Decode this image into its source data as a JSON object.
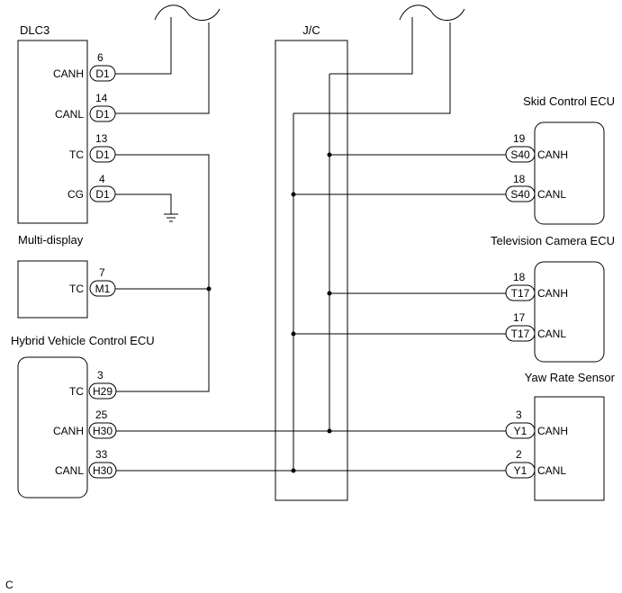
{
  "components": {
    "dlc3": "DLC3",
    "jc": "J/C",
    "multi_display": "Multi-display",
    "hybrid_ecu": "Hybrid Vehicle Control ECU",
    "skid_ecu": "Skid Control ECU",
    "tv_camera_ecu": "Television Camera ECU",
    "yaw_sensor": "Yaw Rate Sensor"
  },
  "pins": {
    "dlc3": [
      {
        "terminal": "CANH",
        "number": "6",
        "connector": "D1"
      },
      {
        "terminal": "CANL",
        "number": "14",
        "connector": "D1"
      },
      {
        "terminal": "TC",
        "number": "13",
        "connector": "D1"
      },
      {
        "terminal": "CG",
        "number": "4",
        "connector": "D1"
      }
    ],
    "multi_display": [
      {
        "terminal": "TC",
        "number": "7",
        "connector": "M1"
      }
    ],
    "hybrid_ecu": [
      {
        "terminal": "TC",
        "number": "3",
        "connector": "H29"
      },
      {
        "terminal": "CANH",
        "number": "25",
        "connector": "H30"
      },
      {
        "terminal": "CANL",
        "number": "33",
        "connector": "H30"
      }
    ],
    "skid_ecu": [
      {
        "terminal": "CANH",
        "number": "19",
        "connector": "S40"
      },
      {
        "terminal": "CANL",
        "number": "18",
        "connector": "S40"
      }
    ],
    "tv_camera_ecu": [
      {
        "terminal": "CANH",
        "number": "18",
        "connector": "T17"
      },
      {
        "terminal": "CANL",
        "number": "17",
        "connector": "T17"
      }
    ],
    "yaw_sensor": [
      {
        "terminal": "CANH",
        "number": "3",
        "connector": "Y1"
      },
      {
        "terminal": "CANL",
        "number": "2",
        "connector": "Y1"
      }
    ]
  },
  "footer_code": "C"
}
